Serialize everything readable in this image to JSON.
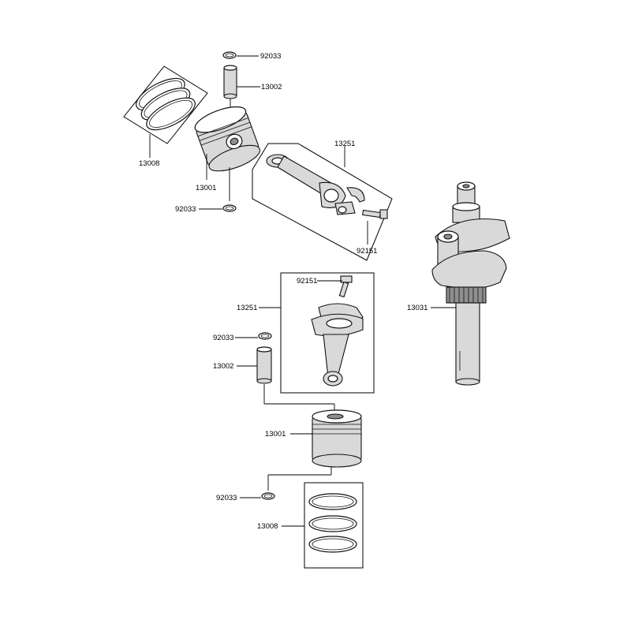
{
  "labels": {
    "upper_clip_top": "92033",
    "upper_pin": "13002",
    "upper_rings": "13008",
    "upper_piston": "13001",
    "upper_clip_bottom": "92033",
    "upper_rod": "13251",
    "upper_bolt": "92151",
    "crankshaft": "13031",
    "lower_bolt": "92151",
    "lower_rod": "13251",
    "lower_clip_top": "92033",
    "lower_pin": "13002",
    "lower_piston": "13001",
    "lower_clip_bottom": "92033",
    "lower_rings": "13008"
  }
}
